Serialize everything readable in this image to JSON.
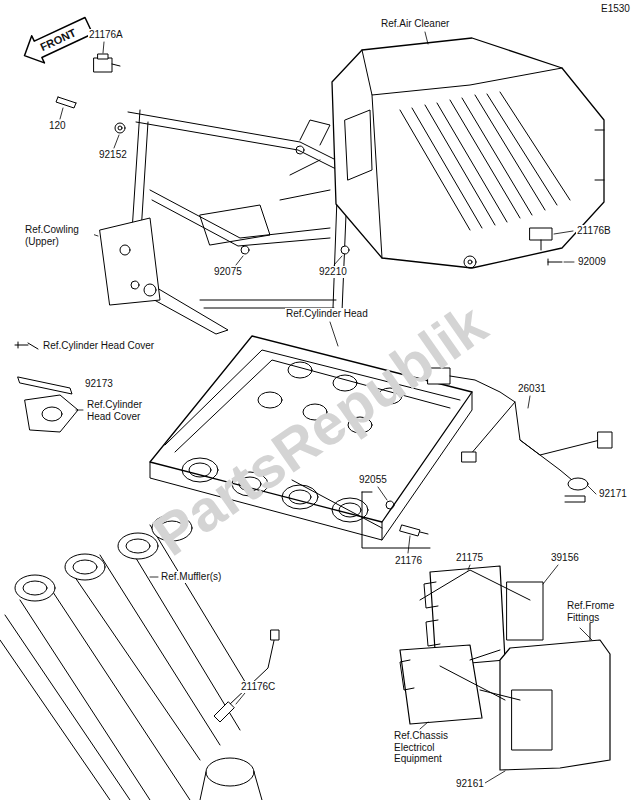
{
  "diagram": {
    "labels": [
      "E1530",
      "FRONT",
      "21176A",
      "120",
      "92152",
      "Ref.Air Cleaner",
      "Ref.Cowling (Upper)",
      "92075",
      "92210",
      "21176B",
      "92009",
      "Ref.Cylinder Head",
      "Ref.Cylinder Head Cover",
      "92173",
      "Ref.Cylinder Head Cover",
      "26031",
      "92055",
      "92171",
      "21176",
      "39156",
      "21175",
      "Ref.Frome Fittings",
      "Ref.Muffler(s)",
      "21176C",
      "Ref.Chassis Electricol Equipment",
      "92161",
      "PartsRepublik"
    ]
  }
}
